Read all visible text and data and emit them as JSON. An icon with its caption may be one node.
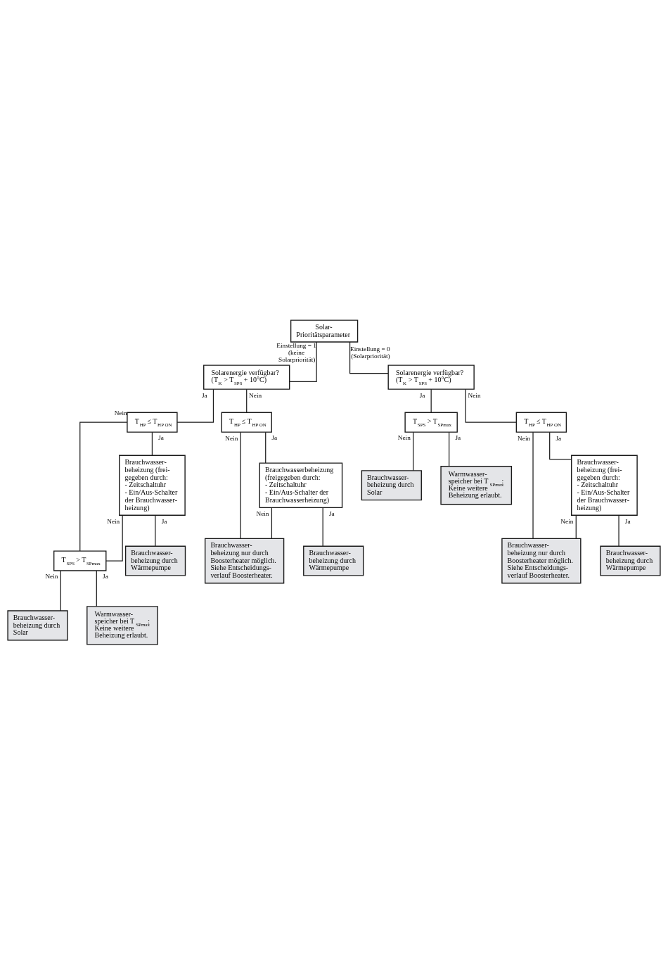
{
  "diagram": {
    "nodes": [
      {
        "text": [
          "Solar- Prioritätsparameter"
        ]
      },
      {
        "text": [
          "Solarenergie verfügbar? (T$_{K}$ > T$_{SPS}$ + 10°C)"
        ]
      },
      {
        "text": [
          "Solarenergie verfügbar? (T$_{K}$ > T$_{SPS}$ + 10°C)"
        ]
      },
      {
        "text": [
          "T$_{HP}$ ≤ T$_{HP ON}$"
        ]
      },
      {
        "text": [
          "T$_{HP}$ ≤ T$_{HP ON}$"
        ]
      },
      {
        "text": [
          "T$_{HP}$ ≤ T$_{HP ON}$"
        ]
      },
      {
        "text": [
          "Brauchwasser- beheizung (frei- gegeben durch: - Zeitschaltuhr - Ein/Aus-Schalter der Brauchwasser- heizung)"
        ]
      },
      {
        "text": [
          "Brauchwasser- beheizung durch Wärmepumpe"
        ]
      },
      {
        "text": [
          "Brauchwasser- beheizung (frei- gegeben durch: - Zeitschaltuhr - Ein/Aus-Schalter der Brauchwasser- heizung)"
        ]
      },
      {
        "text": [
          "T$_{SPS}$ > T$_{SPmax}$"
        ]
      },
      {
        "text": [
          "T$_{SPS}$ > T$_{SPmax}$"
        ]
      },
      {
        "text": [
          "Brauchwasser- beheizung durch Wärmepumpe"
        ]
      },
      {
        "text": [
          "Brauchwasser- beheizung nur durch Boosterheater möglich. Siehe Entscheidungs- verlauf Boosterheater."
        ]
      },
      {
        "text": [
          "Brauchwasserbeheizung (freigegeben durch: - Zeitschaltuhr - Ein/Aus-Schalter der Brauchwasserheizung)"
        ]
      },
      {
        "text": [
          "Brauchwasser- beheizung durch Solar"
        ]
      },
      {
        "text": [
          "Brauchwasser- beheizung durch Solar"
        ]
      },
      {
        "text": [
          "Warmwasser- speicher bei T$_{SPmax}$: Keine weitere Beheizung erlaubt."
        ]
      },
      {
        "text": [
          "Warmwasser- speicher bei T$_{SPmax}$: Keine weitere Beheizung erlaubt."
        ]
      },
      {
        "text": [
          "Brauchwasser- beheizung nur durch Boosterheater möglich. Siehe Entscheidungs- verlauf Boosterheater."
        ]
      },
      {
        "text": [
          "Brauchwasser- beheizung durch Wärmepumpe"
        ]
      }
    ],
    "edges": [
      {
        "from": 0,
        "to": 1,
        "arrow": "none",
        "label": "Einstellung = 1 (keine Solarpriorität)"
      },
      {
        "from": 0,
        "to": 2,
        "arrow": "none",
        "label": "Einstellung = 0 (Solarpriorität)"
      },
      {
        "from": 1,
        "to": 3,
        "arrow": "none",
        "label": "Ja"
      },
      {
        "from": 1,
        "to": 4,
        "arrow": "none",
        "label": "Nein"
      },
      {
        "from": 3,
        "to": 10,
        "arrow": "none",
        "label": "Nein"
      },
      {
        "from": 3,
        "to": 8,
        "arrow": "none",
        "label": "Ja"
      },
      {
        "from": 8,
        "to": 10,
        "arrow": "none",
        "label": "Nein"
      },
      {
        "from": 8,
        "to": 11,
        "arrow": "none",
        "label": "Ja"
      },
      {
        "from": 10,
        "to": 15,
        "arrow": "none",
        "label": "Nein"
      },
      {
        "from": 10,
        "to": 17,
        "arrow": "none",
        "label": "Ja"
      },
      {
        "from": 4,
        "to": 18,
        "arrow": "none",
        "label": "Nein"
      },
      {
        "from": 4,
        "to": 13,
        "arrow": "none",
        "label": "Ja"
      },
      {
        "from": 13,
        "to": 18,
        "arrow": "none",
        "label": "Nein"
      },
      {
        "from": 13,
        "to": 19,
        "arrow": "none",
        "label": "Ja"
      },
      {
        "from": 2,
        "to": 9,
        "arrow": "none",
        "label": "Ja"
      },
      {
        "from": 2,
        "to": 5,
        "arrow": "none",
        "label": "Nein"
      },
      {
        "from": 9,
        "to": 14,
        "arrow": "none",
        "label": "Nein"
      },
      {
        "from": 9,
        "to": 16,
        "arrow": "none",
        "label": "Ja"
      },
      {
        "from": 5,
        "to": 12,
        "arrow": "none",
        "label": "Nein"
      },
      {
        "from": 5,
        "to": 6,
        "arrow": "none",
        "label": "Ja"
      },
      {
        "from": 6,
        "to": 12,
        "arrow": "none",
        "label": "Nein"
      },
      {
        "from": 6,
        "to": 7,
        "arrow": "none",
        "label": "Ja"
      }
    ]
  }
}
